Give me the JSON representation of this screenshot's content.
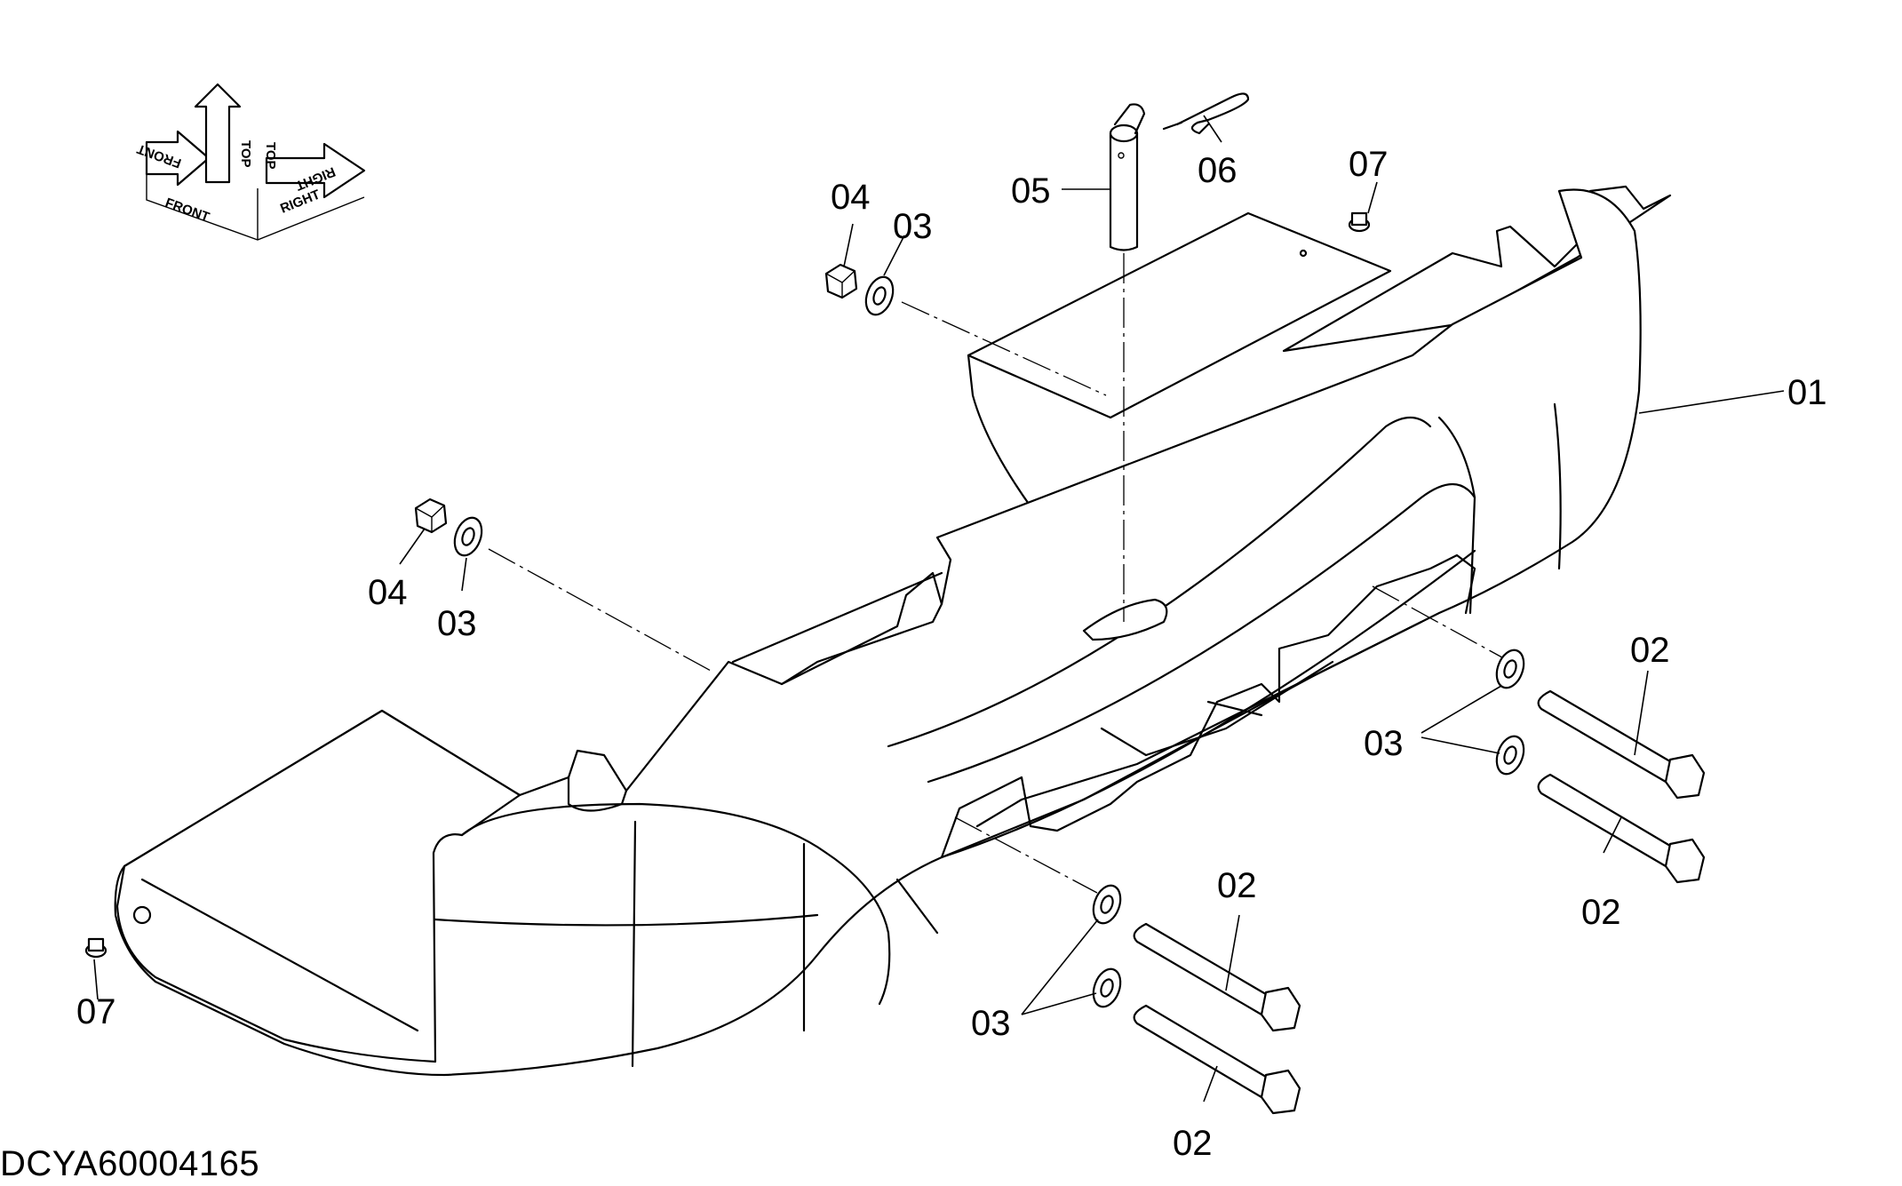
{
  "figure": {
    "id": "DCYA60004165"
  },
  "orientation": {
    "front": "FRONT",
    "top": "TOP",
    "right": "RIGHT"
  },
  "callouts": {
    "counterweight": "01",
    "bolt": "02",
    "washer": "03",
    "nut": "04",
    "pin": "05",
    "clip": "06",
    "plug": "07"
  },
  "colors": {
    "line": "#000000",
    "background": "#ffffff"
  }
}
